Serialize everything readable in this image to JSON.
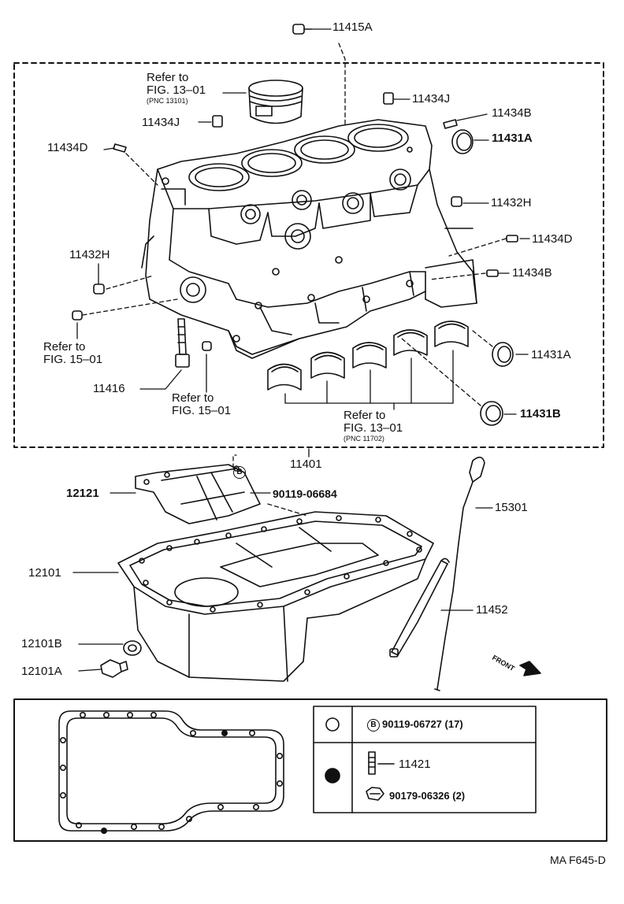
{
  "parts": {
    "p11415A": "11415A",
    "p11434J_top": "11434J",
    "p11434B_top": "11434B",
    "p11431A_top": "11431A",
    "p11434J_left": "11434J",
    "p11434D_left": "11434D",
    "p11432H_right": "11432H",
    "p11434D_right": "11434D",
    "p11434B_right": "11434B",
    "p11432H_left": "11432H",
    "p11431A_mid": "11431A",
    "p11416": "11416",
    "p11431B": "11431B",
    "p11401": "11401",
    "p12121": "12121",
    "p90119_06684": "90119-06684",
    "p15301": "15301",
    "p12101": "12101",
    "p11452": "11452",
    "p12101B": "12101B",
    "p12101A": "12101A"
  },
  "refs": {
    "ref_piston": {
      "line1": "Refer to",
      "line2": "FIG. 13–01",
      "line3": "(PNC 13101)"
    },
    "ref_fig15_left": {
      "line1": "Refer to",
      "line2": "FIG. 15–01"
    },
    "ref_fig15_mid": {
      "line1": "Refer to",
      "line2": "FIG. 15–01"
    },
    "ref_bearing": {
      "line1": "Refer to",
      "line2": "FIG. 13–01",
      "line3": "(PNC 11702)"
    }
  },
  "bolt_marker": "B",
  "front_label": "FRONT",
  "legend": {
    "row1_marker": "B",
    "row1_part": "90119-06727 (17)",
    "row2_part1": "11421",
    "row2_part2": "90179-06326 (2)"
  },
  "figure_code": "MA F645-D"
}
